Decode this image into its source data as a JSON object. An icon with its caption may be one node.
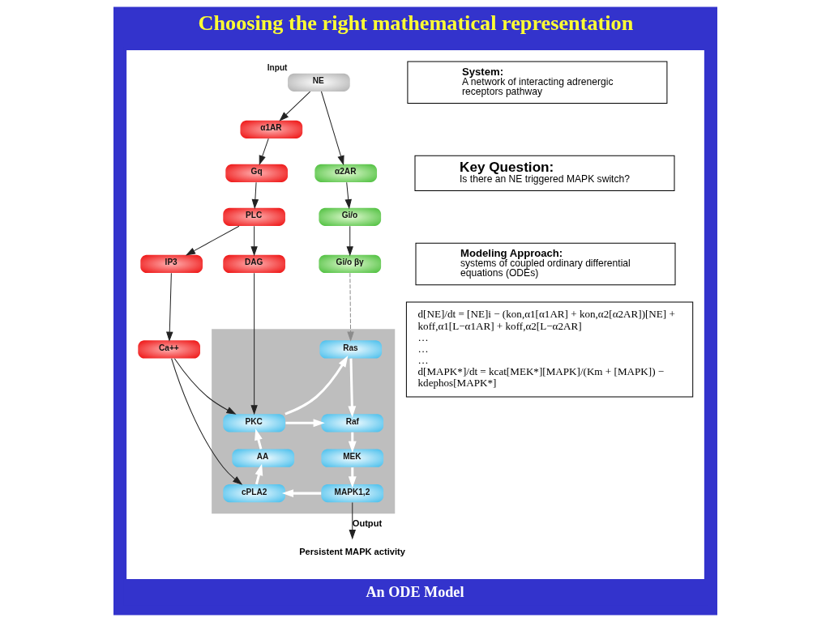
{
  "diagram": {
    "title": "Choosing the right mathematical representation",
    "caption": "An ODE Model",
    "nodes": [
      {
        "text": [],
        "shape": "box"
      },
      {
        "text": [
          "NE"
        ],
        "beside": [
          "Input"
        ],
        "in": 0
      },
      {
        "text": [
          "α1AR"
        ],
        "in": 0
      },
      {
        "text": [
          "α2AR"
        ],
        "in": 0
      },
      {
        "text": [
          "Gq"
        ],
        "in": 0
      },
      {
        "text": [
          "Gi/o"
        ],
        "in": 0
      },
      {
        "text": [
          "PLC"
        ],
        "in": 0
      },
      {
        "text": [
          "Gi/o βγ"
        ],
        "in": 0
      },
      {
        "text": [
          "IP3"
        ],
        "in": 0
      },
      {
        "text": [
          "DAG"
        ],
        "in": 0
      },
      {
        "text": [
          "Ca++"
        ],
        "in": 0
      },
      {
        "text": [],
        "shape": "box",
        "in": 0
      },
      {
        "text": [
          "Ras"
        ],
        "in": 11
      },
      {
        "text": [
          "PKC"
        ],
        "in": 11
      },
      {
        "text": [
          "Raf"
        ],
        "in": 11
      },
      {
        "text": [
          "AA"
        ],
        "in": 11
      },
      {
        "text": [
          "MEK"
        ],
        "in": 11
      },
      {
        "text": [
          "cPLA2"
        ],
        "in": 11
      },
      {
        "text": [
          "MAPK1,2"
        ],
        "in": 11
      },
      {
        "text": [
          "Persistent MAPK activity"
        ],
        "in": 0
      },
      {
        "text": [
          "System:",
          "A network of interacting adrenergic receptors pathway"
        ],
        "in": 0
      },
      {
        "text": [
          "Key Question:",
          "Is there an NE triggered MAPK switch?"
        ],
        "in": 0
      },
      {
        "text": [
          "Modeling Approach:",
          "systems of coupled ordinary differential equations (ODEs)"
        ],
        "in": 0
      },
      {
        "text": [
          "d[NE]/dt = [NE]i − (kon,α1[α1AR] + kon,α2[α2AR])[NE] + koff,α1[L−α1AR] + koff,α2[L−α2AR]",
          "…",
          "…",
          "…",
          "d[MAPK*]/dt = kcat[MEK*][MAPK]/(Km + [MAPK]) − kdephos[MAPK*]"
        ],
        "in": 0
      }
    ],
    "edges": [
      {
        "from": 1,
        "to": 2,
        "arrow": "to"
      },
      {
        "from": 1,
        "to": 3,
        "arrow": "to"
      },
      {
        "from": 2,
        "to": 4,
        "arrow": "to"
      },
      {
        "from": 4,
        "to": 6,
        "arrow": "to"
      },
      {
        "from": 6,
        "to": 8,
        "arrow": "to"
      },
      {
        "from": 6,
        "to": 9,
        "arrow": "to"
      },
      {
        "from": 8,
        "to": 10,
        "arrow": "to"
      },
      {
        "from": 10,
        "to": 13,
        "arrow": "to"
      },
      {
        "from": 10,
        "to": 17,
        "arrow": "to"
      },
      {
        "from": 9,
        "to": 13,
        "arrow": "to"
      },
      {
        "from": 3,
        "to": 5,
        "arrow": "to"
      },
      {
        "from": 5,
        "to": 7,
        "arrow": "to"
      },
      {
        "from": 7,
        "to": 12,
        "arrow": "to",
        "style": "dashed",
        "color": "#8c8c8c"
      },
      {
        "from": 13,
        "to": 12,
        "arrow": "to",
        "style": "thick",
        "color": "#ffffff"
      },
      {
        "from": 13,
        "to": 14,
        "arrow": "to",
        "style": "thick",
        "color": "#ffffff"
      },
      {
        "from": 12,
        "to": 14,
        "arrow": "to",
        "style": "thick",
        "color": "#ffffff"
      },
      {
        "from": 14,
        "to": 16,
        "arrow": "to",
        "style": "thick",
        "color": "#ffffff"
      },
      {
        "from": 16,
        "to": 18,
        "arrow": "to",
        "style": "thick",
        "color": "#ffffff"
      },
      {
        "from": 18,
        "to": 17,
        "arrow": "to",
        "style": "thick",
        "color": "#ffffff"
      },
      {
        "from": 17,
        "to": 15,
        "arrow": "to",
        "style": "thick",
        "color": "#ffffff"
      },
      {
        "from": 15,
        "to": 13,
        "arrow": "to",
        "style": "thick",
        "color": "#ffffff"
      },
      {
        "from": 18,
        "to": 19,
        "arrow": "to",
        "label": "Output"
      }
    ]
  }
}
